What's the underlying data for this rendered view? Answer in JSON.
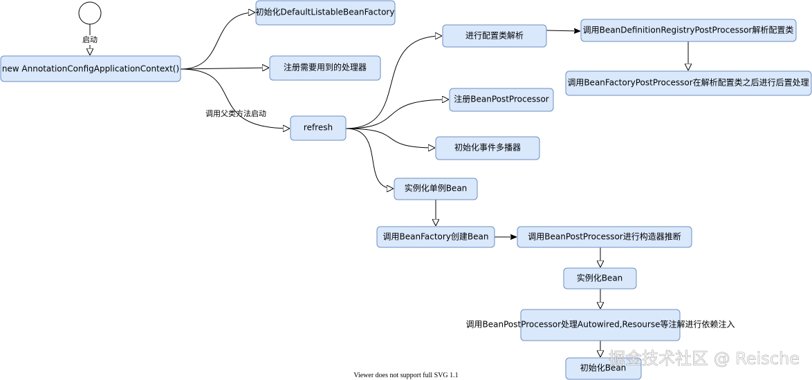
{
  "diagram": {
    "nodes": {
      "context": "new AnnotationConfigApplicationContext()",
      "init_factory": "初始化DefaultListableBeanFactory",
      "register_processors": "注册需要用到的处理器",
      "refresh": "refresh",
      "config_parse": "进行配置类解析",
      "registry_post": "调用BeanDefinitionRegistryPostProcessor解析配置类",
      "factory_post": "调用BeanFactoryPostProcessor在解析配置类之后进行后置处理",
      "register_bpp": "注册BeanPostProcessor",
      "multicaster": "初始化事件多播器",
      "instantiate_singletons": "实例化单例Bean",
      "create_bean": "调用BeanFactory创建Bean",
      "constructor_inference": "调用BeanPostProcessor进行构造器推断",
      "instantiate_bean": "实例化Bean",
      "populate": "调用BeanPostProcessor处理Autowired,Resourse等注解进行依赖注入",
      "init_bean": "初始化Bean"
    },
    "edge_labels": {
      "start": "启动",
      "parent_call": "调用父类方法启动"
    },
    "colors": {
      "node_fill": "#dae8fc",
      "node_stroke": "#6c8ebf"
    }
  },
  "watermark": "掘金技术社区 @ Reische",
  "footer": "Viewer does not support full SVG 1.1"
}
